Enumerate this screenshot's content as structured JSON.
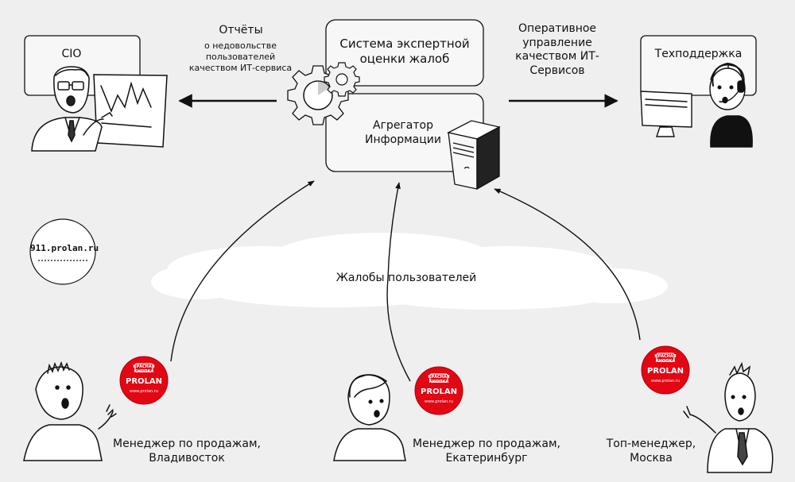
{
  "center": {
    "expert_system_label": "Система экспертной оценки жалоб",
    "aggregator_label": "Агрегатор Информации"
  },
  "cio": {
    "title": "CIO",
    "reports_title": "Отчёты",
    "reports_subtitle": "о недовольстве пользователей качеством ИТ-сервиса"
  },
  "support": {
    "title": "Техподдержка",
    "operational_label": "Оперативное управление качеством ИТ-Сервисов"
  },
  "site": {
    "url": "911.prolan.ru"
  },
  "complaints_label": "Жалобы пользователей",
  "users": [
    {
      "label": "Менеджер по продажам, Владивосток"
    },
    {
      "label": "Менеджер по продажам, Екатеринбург"
    },
    {
      "label": "Топ-менеджер, Москва"
    }
  ],
  "badge": {
    "top_text": "КРАСНАЯ КНОПКА",
    "brand": "PRОLAN",
    "url": "www.prolan.ru"
  },
  "colors": {
    "background": "#efefef",
    "badge_red": "#e30613",
    "cloud": "#ffffff",
    "line": "#111111"
  }
}
